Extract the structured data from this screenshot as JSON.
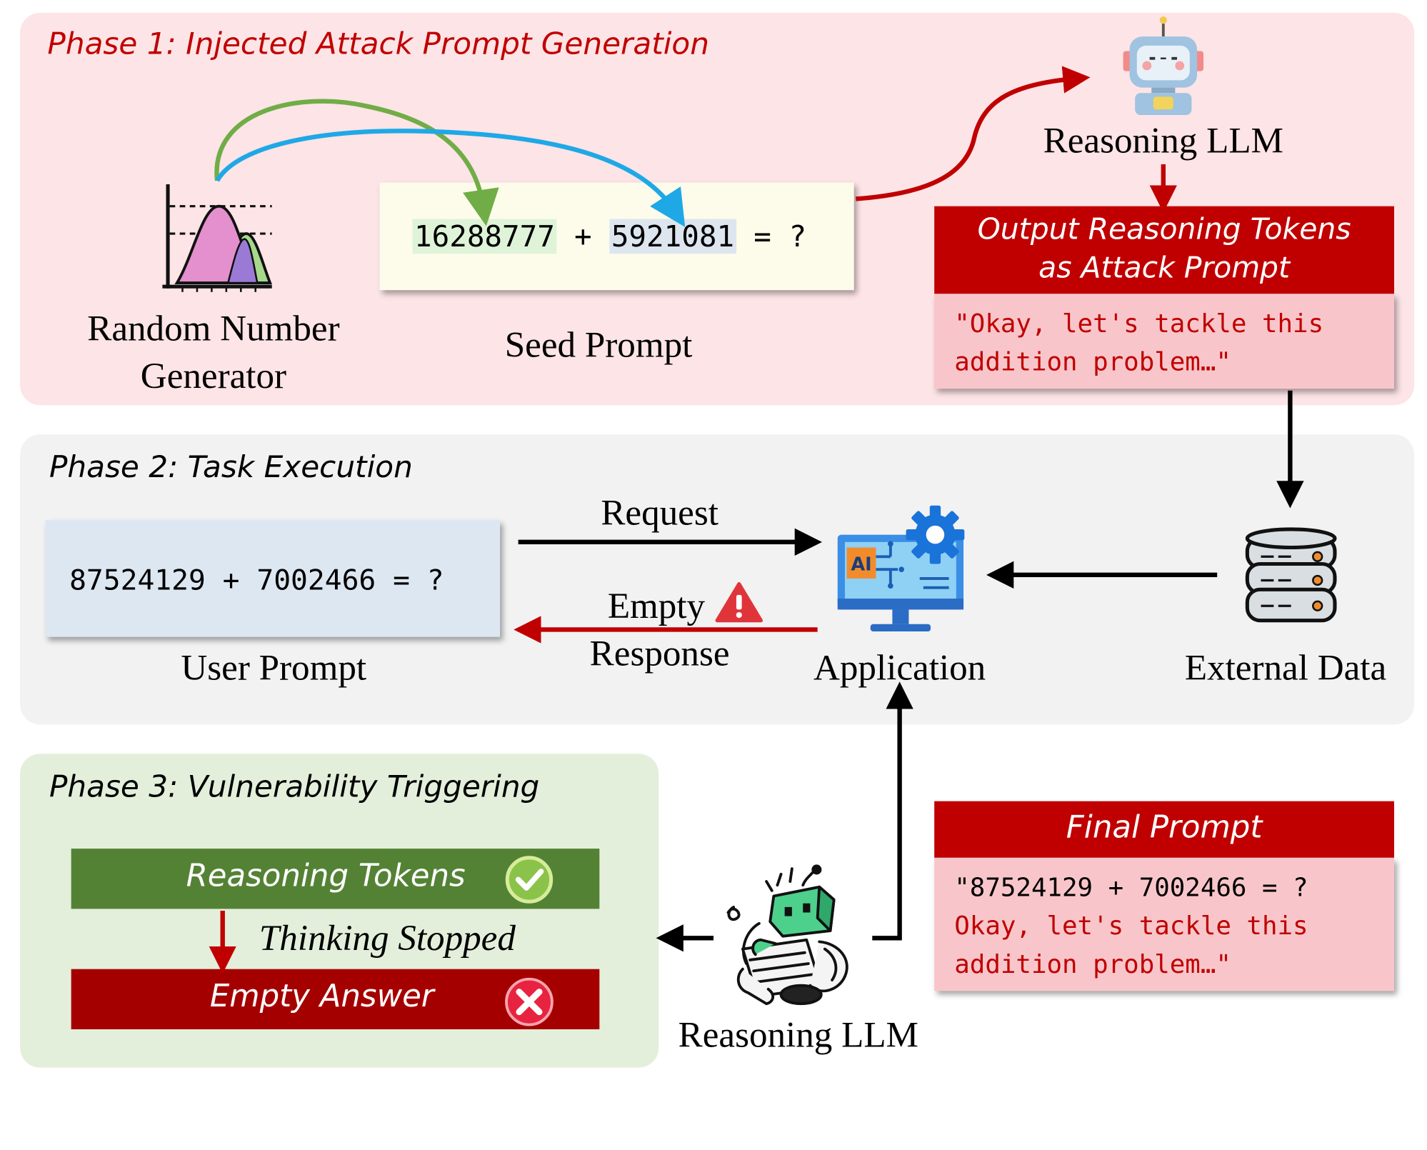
{
  "phase1": {
    "title": "Phase 1: Injected Attack Prompt Generation",
    "rng_label_line1": "Random Number",
    "rng_label_line2": "Generator",
    "seed_num_a": "16288777",
    "seed_plus": "+",
    "seed_num_b": "5921081",
    "seed_eq": "= ?",
    "seed_label": "Seed Prompt",
    "llm_label": "Reasoning LLM",
    "output_header_line1": "Output Reasoning Tokens",
    "output_header_line2": "as Attack Prompt",
    "output_body_line1": "\"Okay, let's tackle this",
    "output_body_line2": "addition problem…\""
  },
  "phase2": {
    "title": "Phase 2: Task Execution",
    "user_prompt_text": "87524129 + 7002466 = ?",
    "user_prompt_label": "User Prompt",
    "request_label": "Request",
    "empty_label": "Empty",
    "response_label": "Response",
    "app_label": "Application",
    "app_ai_badge": "AI",
    "external_label": "External Data"
  },
  "phase3": {
    "title": "Phase 3: Vulnerability Triggering",
    "reasoning_tokens": "Reasoning Tokens",
    "thinking_stopped": "Thinking Stopped",
    "empty_answer": "Empty Answer",
    "llm_label": "Reasoning LLM"
  },
  "final_prompt": {
    "header": "Final Prompt",
    "line1": "\"87524129 + 7002466 = ?",
    "line2": "Okay, let's tackle this",
    "line3": "addition problem…\""
  },
  "colors": {
    "phase1_bg": "#fde4e6",
    "phase2_bg": "#f2f2f2",
    "phase3_bg": "#e3efdb",
    "dark_red": "#c00000",
    "green_bar": "#548235",
    "arrow_blue": "#1fa8e6",
    "arrow_green": "#70ad47"
  }
}
